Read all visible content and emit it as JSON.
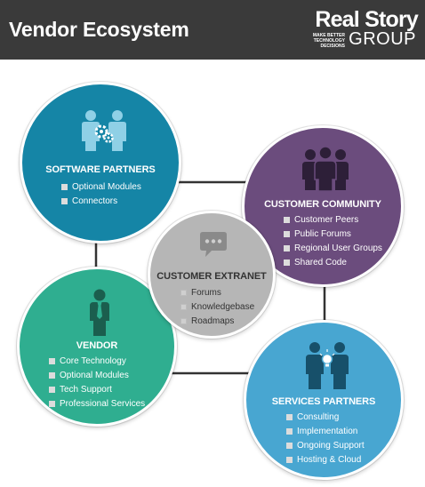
{
  "header": {
    "title": "Vendor Ecosystem",
    "logo": {
      "line1": "Real Story",
      "tagline": [
        "MAKE BETTER",
        "TECHNOLOGY DECISIONS"
      ],
      "line2": "GROUP"
    }
  },
  "colors": {
    "header_bg": "#3a3a3a",
    "software_partners": "#1585a6",
    "customer_community": "#6b4c7d",
    "customer_extranet": "#b6b6b6",
    "vendor": "#2fae90",
    "services_partners": "#48a6d1",
    "connector": "#333333"
  },
  "nodes": {
    "software_partners": {
      "title": "SOFTWARE PARTNERS",
      "icon": "people-gears-icon",
      "items": [
        "Optional Modules",
        "Connectors"
      ]
    },
    "customer_community": {
      "title": "CUSTOMER COMMUNITY",
      "icon": "group-people-icon",
      "items": [
        "Customer Peers",
        "Public Forums",
        "Regional User Groups",
        "Shared Code"
      ]
    },
    "customer_extranet": {
      "title": "CUSTOMER EXTRANET",
      "icon": "chat-bubble-icon",
      "items": [
        "Forums",
        "Knowledgebase",
        "Roadmaps"
      ]
    },
    "vendor": {
      "title": "VENDOR",
      "icon": "person-tie-icon",
      "items": [
        "Core Technology",
        "Optional Modules",
        "Tech Support",
        "Professional Services"
      ]
    },
    "services_partners": {
      "title": "SERVICES PARTNERS",
      "icon": "people-lightbulb-icon",
      "items": [
        "Consulting",
        "Implementation",
        "Ongoing Support",
        "Hosting & Cloud"
      ]
    }
  }
}
